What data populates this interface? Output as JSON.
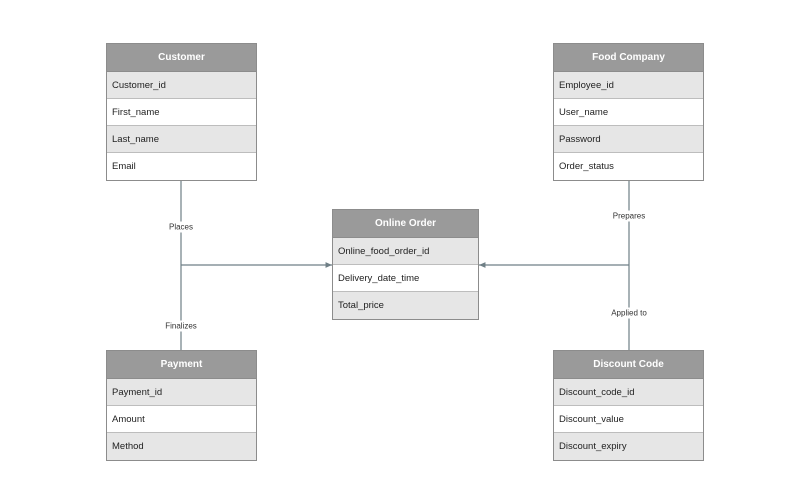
{
  "entities": {
    "customer": {
      "title": "Customer",
      "attributes": [
        "Customer_id",
        "First_name",
        "Last_name",
        "Email"
      ]
    },
    "food_company": {
      "title": "Food Company",
      "attributes": [
        "Employee_id",
        "User_name",
        "Password",
        "Order_status"
      ]
    },
    "online_order": {
      "title": "Online Order",
      "attributes": [
        "Online_food_order_id",
        "Delivery_date_time",
        "Total_price"
      ]
    },
    "payment": {
      "title": "Payment",
      "attributes": [
        "Payment_id",
        "Amount",
        "Method"
      ]
    },
    "discount_code": {
      "title": "Discount Code",
      "attributes": [
        "Discount_code_id",
        "Discount_value",
        "Discount_expiry"
      ]
    }
  },
  "relationships": {
    "places": "Places",
    "finalizes": "Finalizes",
    "prepares": "Prepares",
    "applied_to": "Applied to"
  },
  "colors": {
    "header": "#9a9a9a",
    "row_shade": "#e6e6e6",
    "connector": "#6f7f86"
  }
}
